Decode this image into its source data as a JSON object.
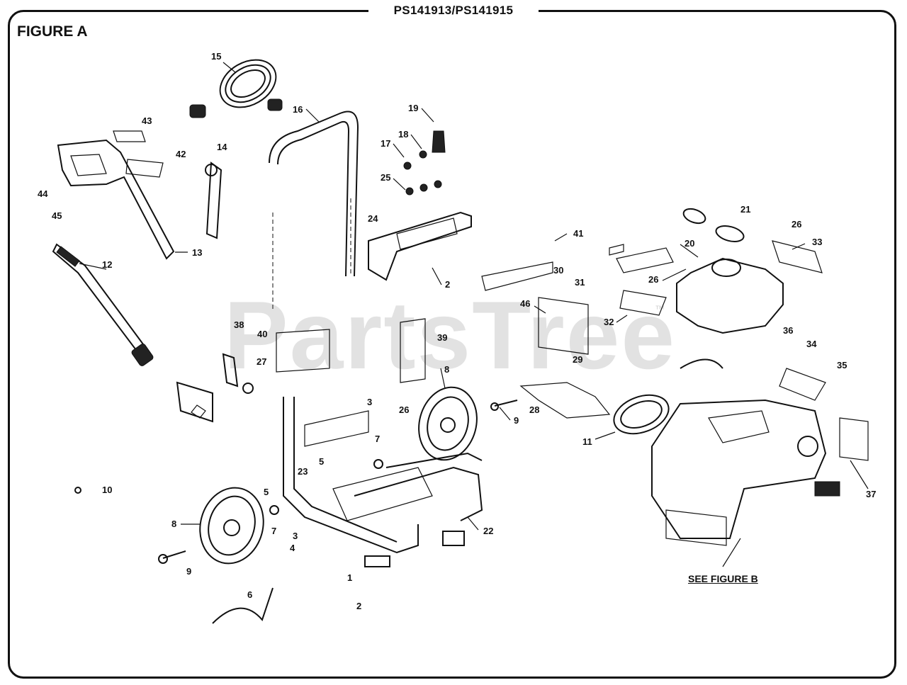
{
  "header": {
    "model_numbers": "PS141913/PS141915",
    "figure_label": "FIGURE A"
  },
  "watermark": {
    "text": "PartsTree",
    "trademark": "™"
  },
  "reference_link": "SEE FIGURE B",
  "callouts": [
    "1",
    "2",
    "2",
    "3",
    "3",
    "4",
    "5",
    "5",
    "6",
    "7",
    "7",
    "8",
    "8",
    "9",
    "9",
    "10",
    "11",
    "12",
    "13",
    "14",
    "15",
    "16",
    "17",
    "18",
    "19",
    "20",
    "21",
    "22",
    "23",
    "24",
    "25",
    "26",
    "26",
    "26",
    "27",
    "28",
    "29",
    "30",
    "31",
    "32",
    "33",
    "34",
    "35",
    "36",
    "37",
    "38",
    "39",
    "40",
    "41",
    "42",
    "43",
    "44",
    "45",
    "46"
  ]
}
